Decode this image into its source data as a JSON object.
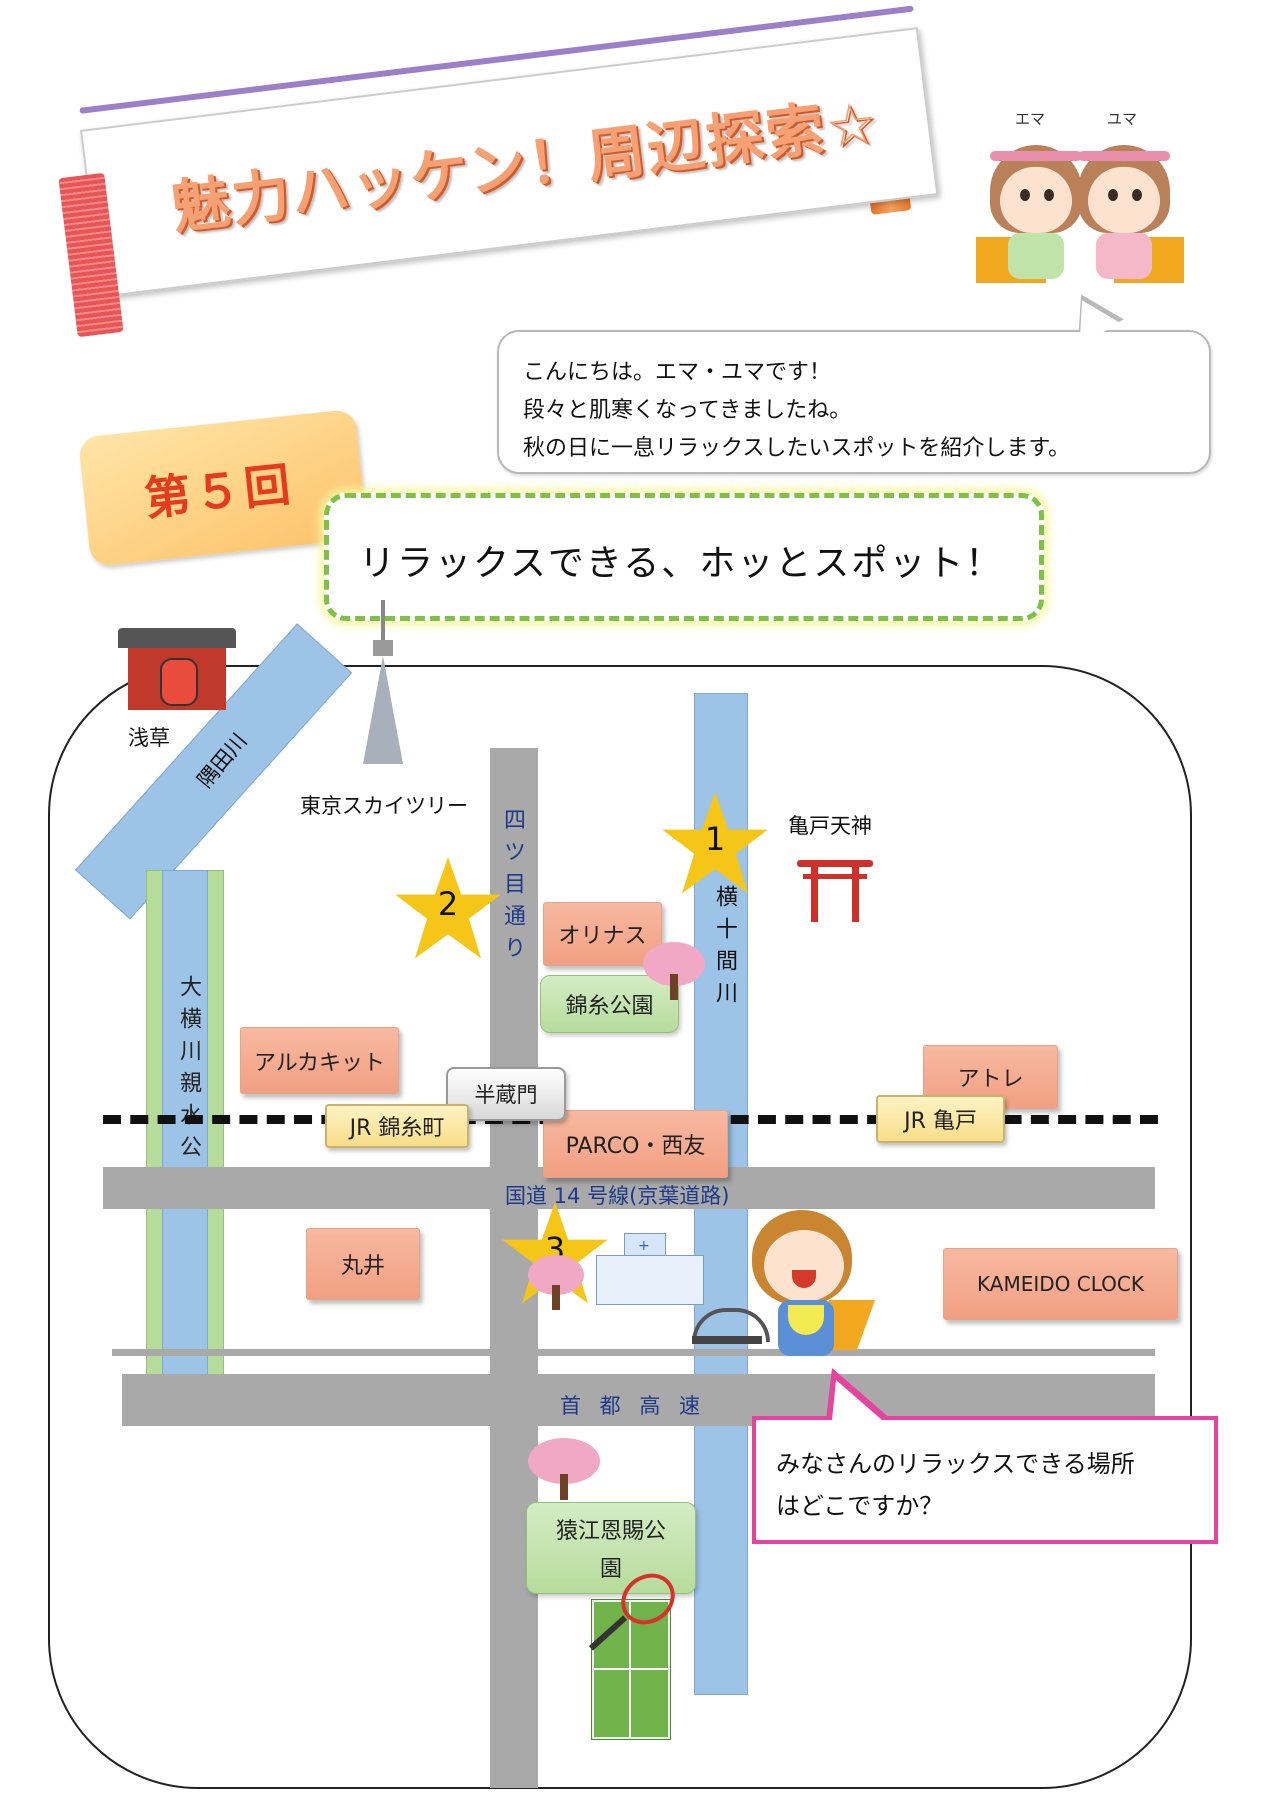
{
  "header": {
    "title": "魅力ハッケン！周辺探索☆"
  },
  "characters": {
    "ema": "エマ",
    "yuma": "ユマ"
  },
  "greeting": {
    "line1": "こんにちは。エマ・ユマです！",
    "line2": "段々と肌寒くなってきましたね。",
    "line3": "秋の日に一息リラックスしたいスポットを紹介します。"
  },
  "episode": "第５回",
  "subtitle": "リラックスできる、ホッとスポット！",
  "map": {
    "labels": {
      "asakusa": "浅草",
      "sumida": "隅田川",
      "skytree": "東京スカイツリー",
      "kameido_tenjin": "亀戸天神",
      "yotsume": "四ツ目通り",
      "yokojukken": "横十間川",
      "oyokogawa": "大横川親水公園",
      "route14": "国道 14 号線(京葉道路)",
      "shuto": "首 都 高 速"
    },
    "buildings": {
      "olinas": "オリナス",
      "arcakit": "アルカキット",
      "parco": "PARCO・西友",
      "marui": "丸井",
      "atre": "アトレ",
      "kameido_clock": "KAMEIDO CLOCK"
    },
    "parks": {
      "kinshi": "錦糸公園",
      "sarue_line1": "猿江恩賜公",
      "sarue_line2": "園"
    },
    "stations": {
      "hanzomon": "半蔵門",
      "jr_kinshicho": "JR 錦糸町",
      "jr_kameido": "JR 亀戸"
    },
    "stars": {
      "s1": "1",
      "s2": "2",
      "s3": "3"
    },
    "colors": {
      "road": "#a9a9a9",
      "river": "#9dc3e6",
      "star": "#f5c518",
      "building": "#f29f82",
      "park": "#b6dc9c",
      "station": "#f8de8a"
    }
  },
  "question": {
    "line1": "みなさんのリラックスできる場所",
    "line2": "はどこですか？"
  }
}
